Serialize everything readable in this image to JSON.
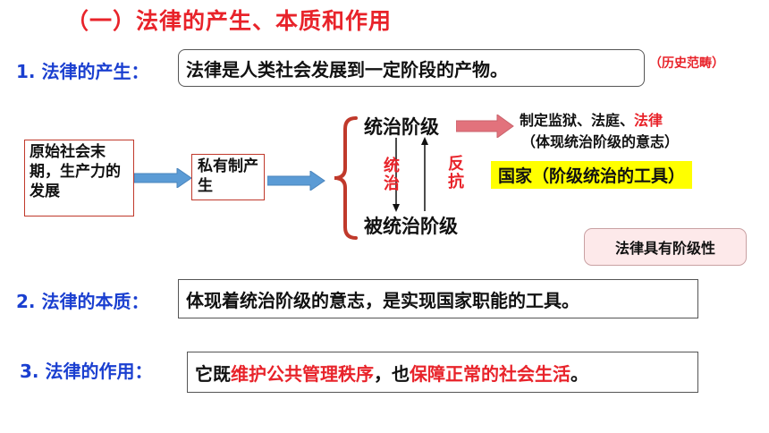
{
  "title": "（一）法律的产生、本质和作用",
  "section1": {
    "label": "1. 法律的产生：",
    "content": "法律是人类社会发展到一定阶段的产物。",
    "note": "（历史范畴）"
  },
  "flow": {
    "origin_box": "原始社会末期，生产力的发展",
    "private_box": "私有制产生",
    "ruling_class": "统治阶级",
    "ruled_class": "被统治阶级",
    "rule_label": "统治",
    "resist_label": "反抗",
    "result_prefix": "制定监狱、法庭、",
    "result_highlight": "法律",
    "result_sub": "（体现统治阶级的意志）",
    "state_label": "国家（阶级统治的工具）",
    "callout": "法律具有阶级性"
  },
  "section2": {
    "label": "2. 法律的本质：",
    "content": "体现着统治阶级的意志，是实现国家职能的工具。"
  },
  "section3": {
    "label": "3. 法律的作用：",
    "content_prefix": "它既",
    "content_red1": "维护公共管理秩序",
    "content_mid": "，也",
    "content_red2": "保障正常的社会生活",
    "content_suffix": "。"
  },
  "colors": {
    "title": "#e8232a",
    "label_blue": "#1a3fd0",
    "highlight": "#ffff00",
    "arrow_blue": "#5b9bd5",
    "arrow_pink": "#e2727c",
    "bracket": "#c0392b"
  }
}
